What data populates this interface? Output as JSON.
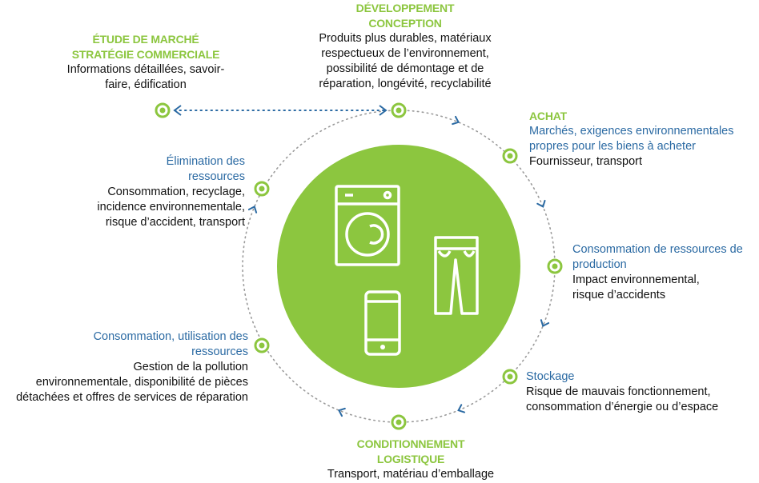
{
  "colors": {
    "green_accent": "#8cc63f",
    "blue_accent": "#2b6aa3",
    "circle_fill": "#8cc63f",
    "dot_line": "#9a9a9a",
    "arrow": "#2b6aa3"
  },
  "icons": [
    "washing-machine-icon",
    "trousers-icon",
    "smartphone-icon"
  ],
  "stages": {
    "market": {
      "title": [
        "ÉTUDE DE MARCHÉ",
        "STRATÉGIE COMMERCIALE"
      ],
      "desc": [
        "Informations détaillées, savoir-",
        "faire, édification"
      ]
    },
    "design": {
      "title": [
        "DÉVELOPPEMENT",
        "CONCEPTION"
      ],
      "desc": [
        "Produits plus durables, matériaux",
        "respectueux de l’environnement,",
        "possibilité de démontage et de",
        "réparation, longévité, recyclabilité"
      ]
    },
    "purchase": {
      "title": [
        "ACHAT"
      ],
      "subtitle": [
        "Marchés, exigences environnementales",
        "propres pour les biens à acheter"
      ],
      "desc": [
        "Fournisseur, transport"
      ]
    },
    "production": {
      "subtitle": [
        "Consommation de ressources de",
        "production"
      ],
      "desc": [
        "Impact environnemental,",
        "risque d’accidents"
      ]
    },
    "storage": {
      "subtitle": [
        "Stockage"
      ],
      "desc": [
        "Risque de mauvais fonctionnement,",
        "consommation d’énergie ou d’espace"
      ]
    },
    "logistics": {
      "title": [
        "CONDITIONNEMENT",
        "LOGISTIQUE"
      ],
      "desc": [
        "Transport, matériau d’emballage"
      ]
    },
    "usage": {
      "subtitle": [
        "Consommation, utilisation des",
        "ressources"
      ],
      "desc": [
        "Gestion de la pollution",
        "environnementale, disponibilité de pièces",
        "détachées et offres de services de réparation"
      ]
    },
    "disposal": {
      "subtitle": [
        "Élimination des",
        "ressources"
      ],
      "desc": [
        "Consommation, recyclage,",
        "incidence environnementale,",
        "risque d’accident, transport"
      ]
    }
  }
}
